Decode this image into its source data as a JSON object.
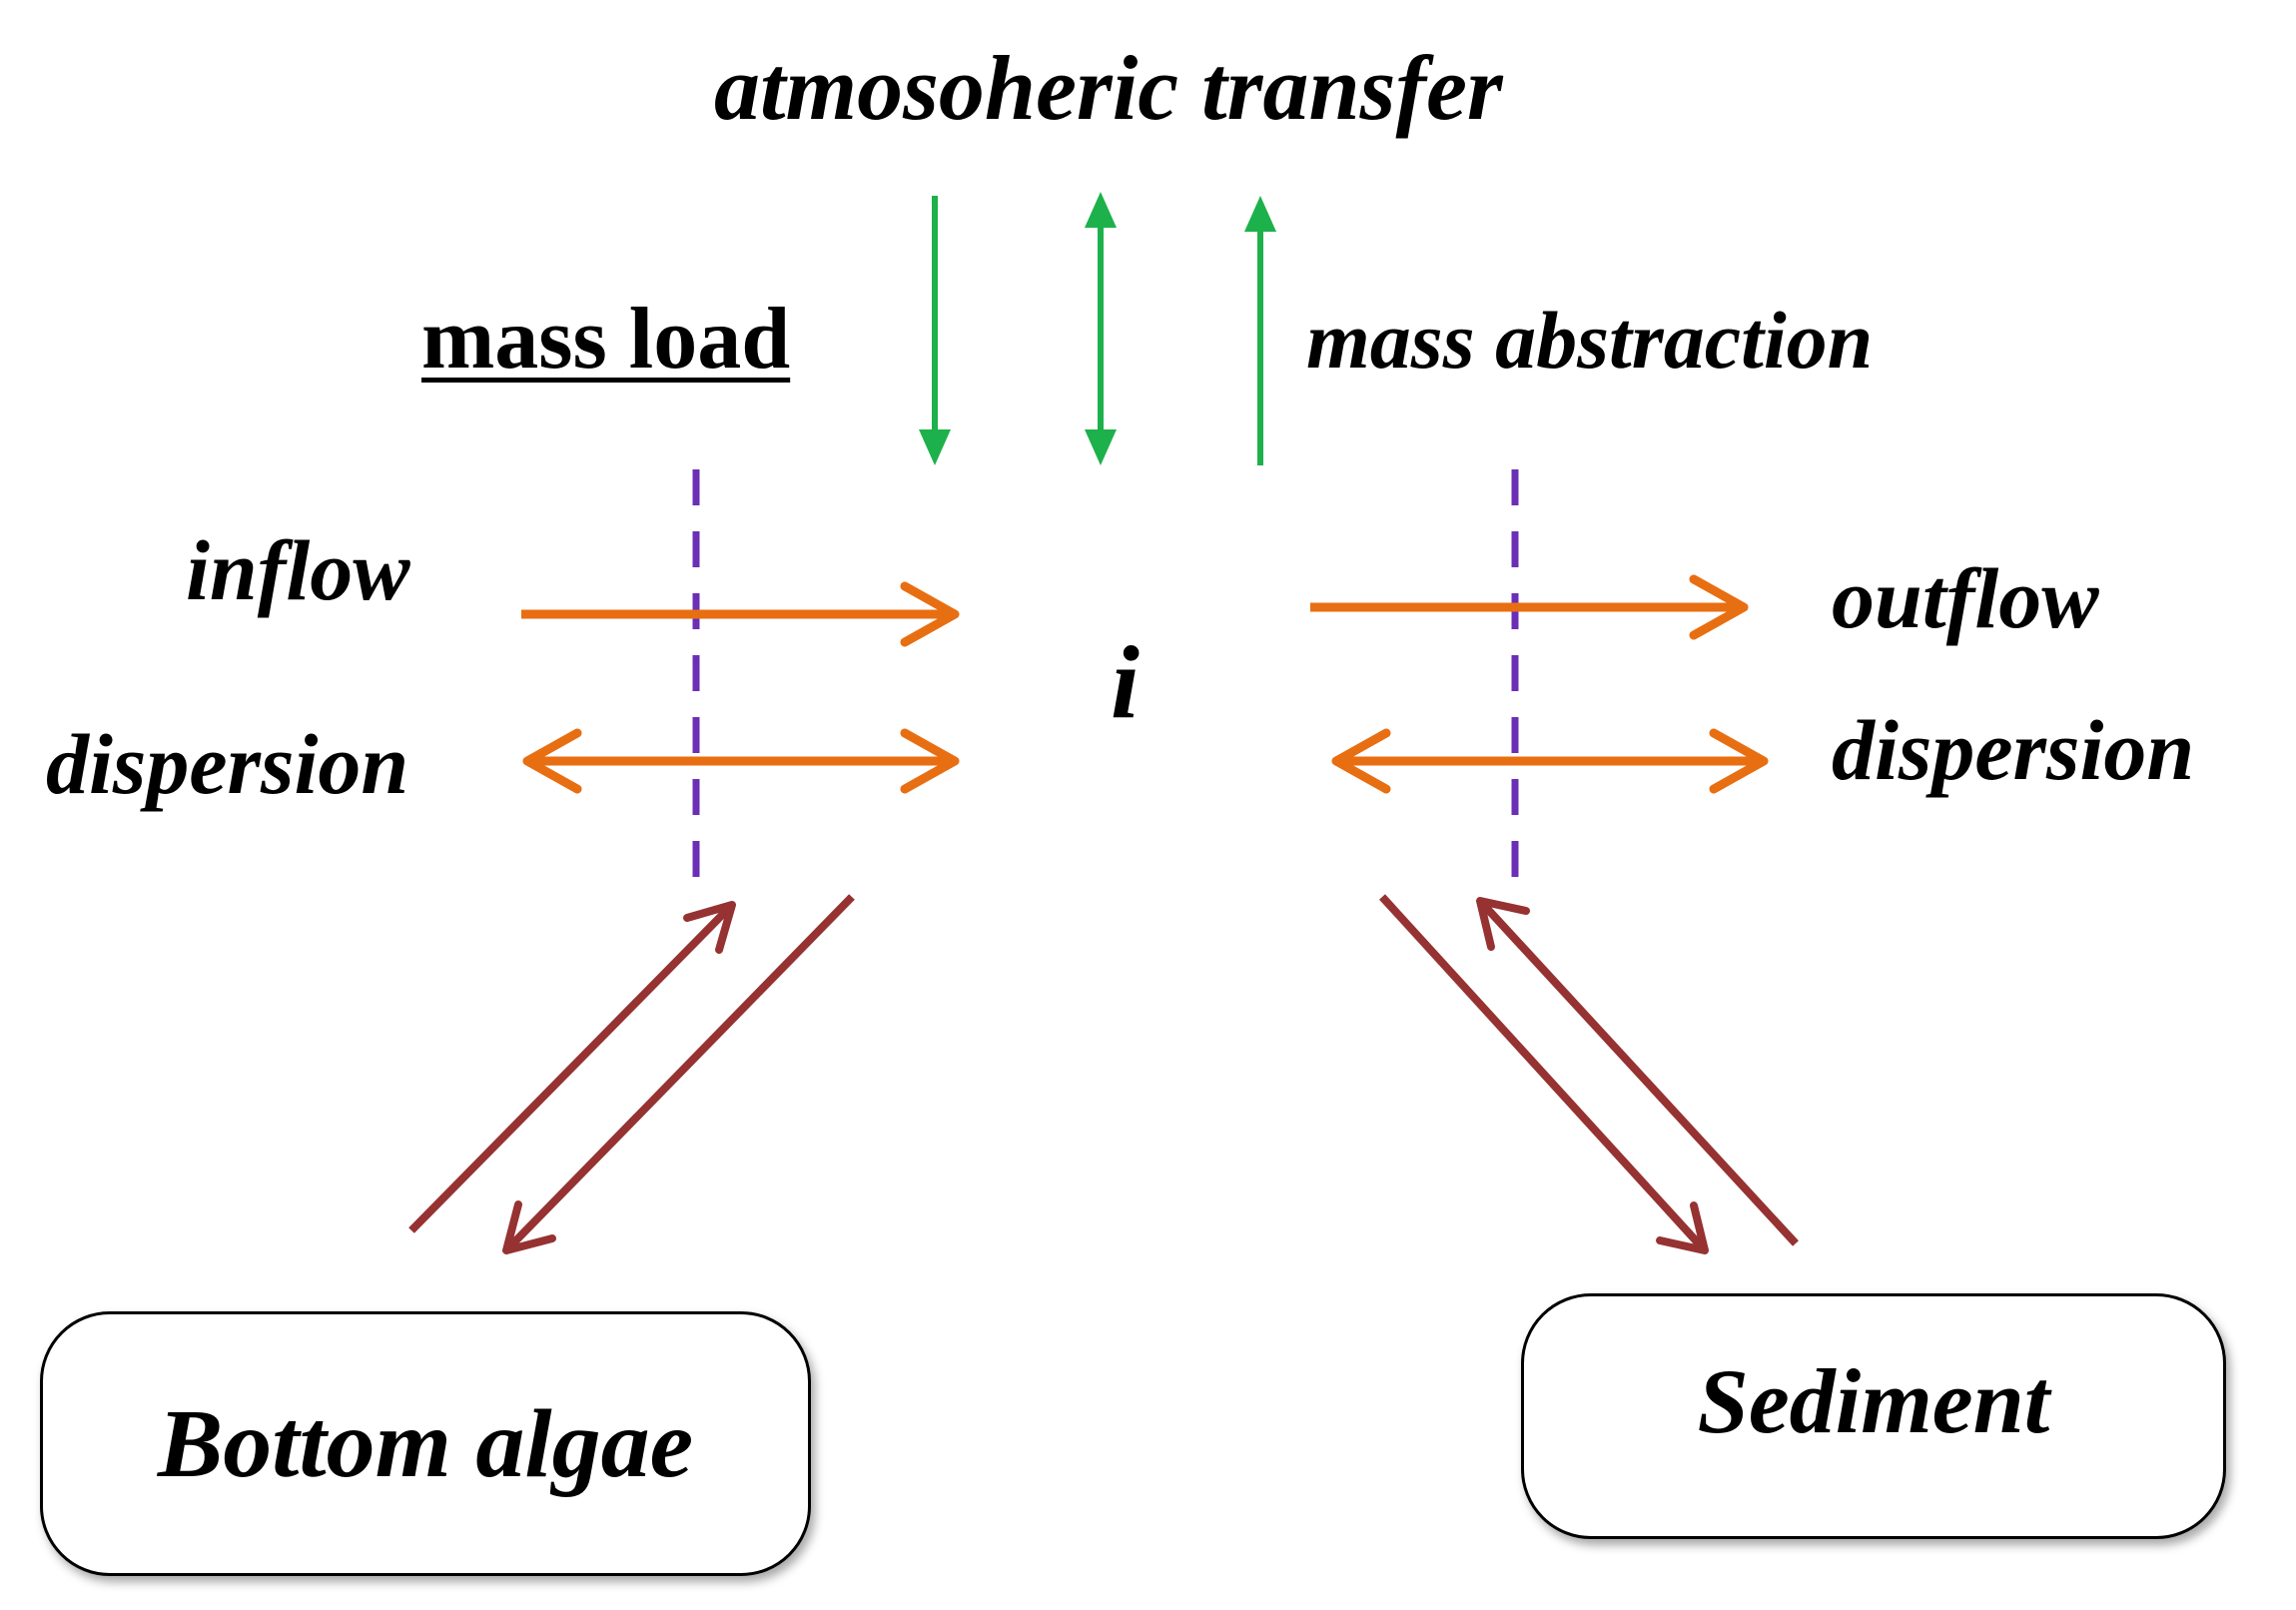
{
  "labels": {
    "atmospheric": "atmosoheric transfer",
    "mass_load": "mass load",
    "mass_abstraction": "mass abstraction",
    "inflow": "inflow",
    "dispersion_left": "dispersion",
    "outflow": "outflow",
    "dispersion_right": "dispersion",
    "segment": "i"
  },
  "boxes": {
    "bottom_algae": "Bottom algae",
    "sediment": "Sediment"
  },
  "colors": {
    "boundary_line": "#3a3a3a",
    "segment_divider": "#6a2fb5",
    "atmospheric_arrow": "#1db14b",
    "flow_arrow": "#e86e12",
    "benthic_arrow": "#963232",
    "text": "#000000"
  }
}
